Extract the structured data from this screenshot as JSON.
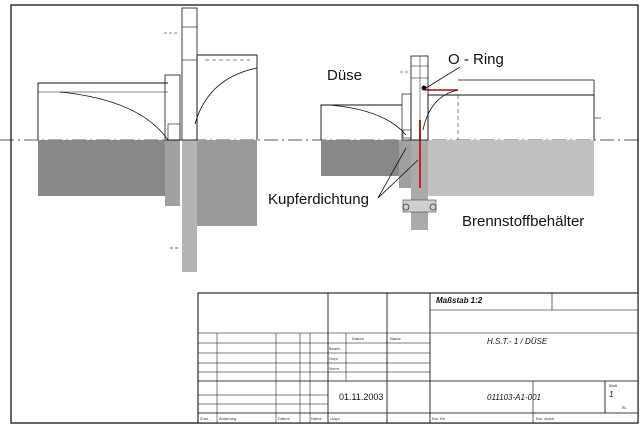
{
  "drawing": {
    "labels": {
      "nozzle": "Düse",
      "o_ring": "O - Ring",
      "copper_seal": "Kupferdichtung",
      "fuel_tank": "Brennstoffbehälter"
    },
    "colors": {
      "dark_fill": "#888888",
      "mid_fill": "#a8a8a8",
      "light_fill": "#c0c0c0",
      "seal_red": "#cc1111",
      "line": "#111111"
    }
  },
  "title_block": {
    "scale": "Maßstab 1:2",
    "title": "H.S.T.- 1   /   DÜSE",
    "date": "01.11.2003",
    "drawing_number": "011103-A1-001",
    "sheet_number": "1",
    "sheet_label": "Blatt",
    "sheets_label": "Bl.",
    "header_datum": "Datum",
    "header_name": "Name",
    "row_bearb": "Bearb.",
    "row_gepr": "Gepr.",
    "row_norm": "Norm",
    "foot_zust": "Zust.",
    "foot_aenderung": "Änderung",
    "foot_datum": "Datum",
    "foot_name": "Name",
    "foot_urspr": "Urspr.",
    "foot_ers_fuer": "Ers. für",
    "foot_ers_durch": "Ers. durch"
  }
}
